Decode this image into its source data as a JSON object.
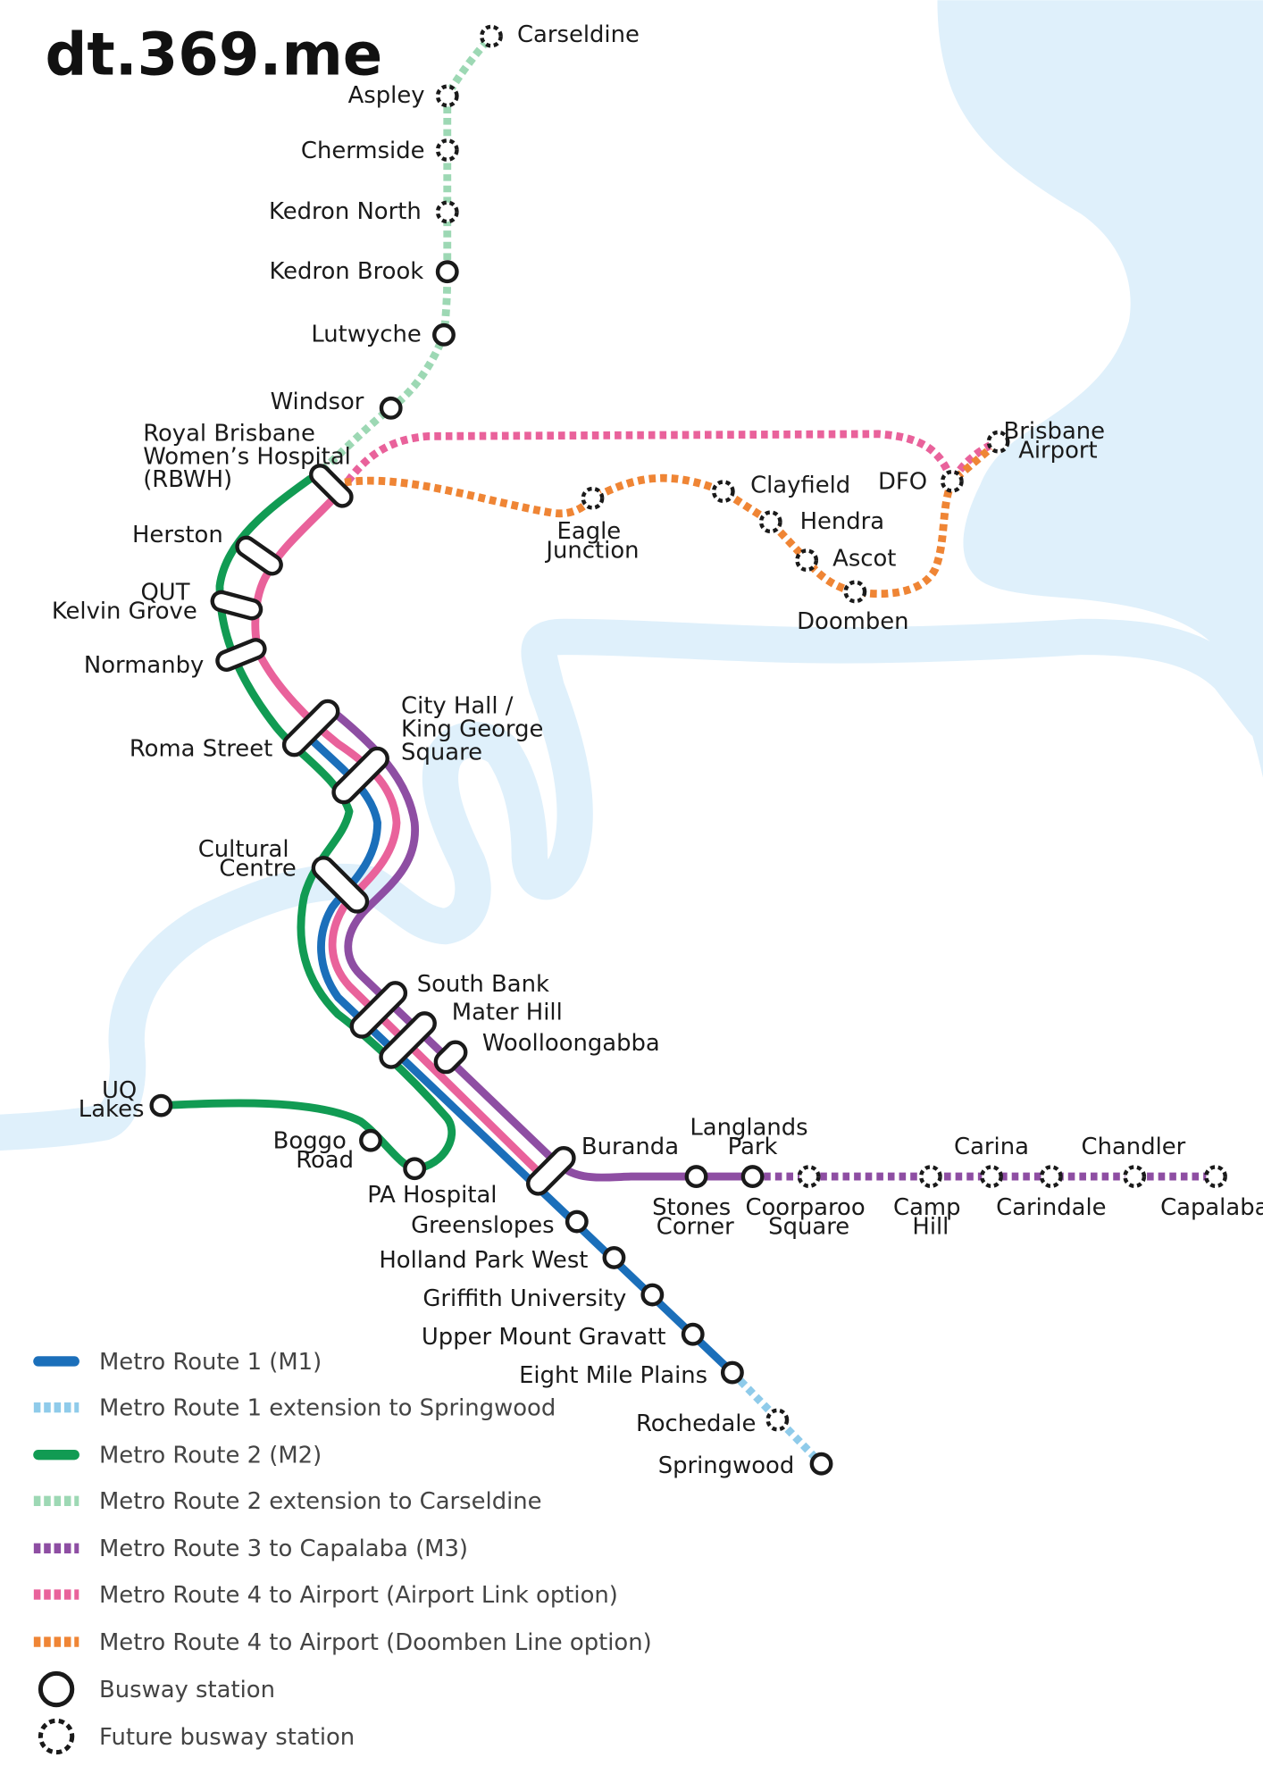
{
  "watermark": "dt.369.me",
  "colors": {
    "m1": "#1b6fba",
    "m1_ext": "#8fcbea",
    "m2": "#119b53",
    "m2_ext": "#9dd8b4",
    "m3": "#8e4ea3",
    "m4_airport": "#e9629b",
    "m4_doomben": "#ef8535",
    "water": "#dff0fb",
    "station": "#1a1a1a"
  },
  "stations": {
    "carseldine": "Carseldine",
    "aspley": "Aspley",
    "chermside": "Chermside",
    "kedron_north": "Kedron North",
    "kedron_brook": "Kedron Brook",
    "lutwyche": "Lutwyche",
    "windsor": "Windsor",
    "rbwh": [
      "Royal Brisbane",
      "Women’s Hospital",
      "(RBWH)"
    ],
    "herston": "Herston",
    "qut": [
      "QUT",
      "Kelvin Grove"
    ],
    "normanby": "Normanby",
    "roma_street": "Roma Street",
    "city_hall": [
      "City Hall /",
      "King George",
      "Square"
    ],
    "cultural_centre": [
      "Cultural",
      "Centre"
    ],
    "south_bank": "South Bank",
    "mater_hill": "Mater Hill",
    "woolloongabba": "Woolloongabba",
    "buranda": "Buranda",
    "uq_lakes": [
      "UQ",
      "Lakes"
    ],
    "boggo_road": [
      "Boggo",
      "Road"
    ],
    "pa_hospital": "PA Hospital",
    "greenslopes": "Greenslopes",
    "holland_park_west": "Holland Park West",
    "griffith_university": "Griffith University",
    "upper_mount_gravatt": "Upper Mount Gravatt",
    "eight_mile_plains": "Eight Mile Plains",
    "rochedale": "Rochedale",
    "springwood": "Springwood",
    "stones_corner": [
      "Stones",
      "Corner"
    ],
    "langlands_park": [
      "Langlands",
      "Park"
    ],
    "coorparoo_square": [
      "Coorparoo",
      "Square"
    ],
    "camp_hill": [
      "Camp",
      "Hill"
    ],
    "carina": "Carina",
    "carindale": "Carindale",
    "chandler": "Chandler",
    "capalaba": "Capalaba",
    "eagle_junction": [
      "Eagle",
      "Junction"
    ],
    "clayfield": "Clayfield",
    "hendra": "Hendra",
    "ascot": "Ascot",
    "doomben": "Doomben",
    "dfo": "DFO",
    "brisbane_airport": [
      "Brisbane",
      "Airport"
    ]
  },
  "legend": [
    {
      "label": "Metro Route 1 (M1)",
      "color": "#1b6fba",
      "style": "solid"
    },
    {
      "label": "Metro Route 1 extension to Springwood",
      "color": "#8fcbea",
      "style": "dashed"
    },
    {
      "label": "Metro Route 2 (M2)",
      "color": "#119b53",
      "style": "solid"
    },
    {
      "label": "Metro Route 2 extension to Carseldine",
      "color": "#9dd8b4",
      "style": "dashed"
    },
    {
      "label": "Metro Route 3 to Capalaba (M3)",
      "color": "#8e4ea3",
      "style": "dashed"
    },
    {
      "label": "Metro Route 4 to Airport (Airport Link option)",
      "color": "#e9629b",
      "style": "dashed"
    },
    {
      "label": "Metro Route 4 to Airport (Doomben Line option)",
      "color": "#ef8535",
      "style": "dashed"
    },
    {
      "label": "Busway station",
      "style": "station"
    },
    {
      "label": "Future busway station",
      "style": "future-station"
    }
  ]
}
